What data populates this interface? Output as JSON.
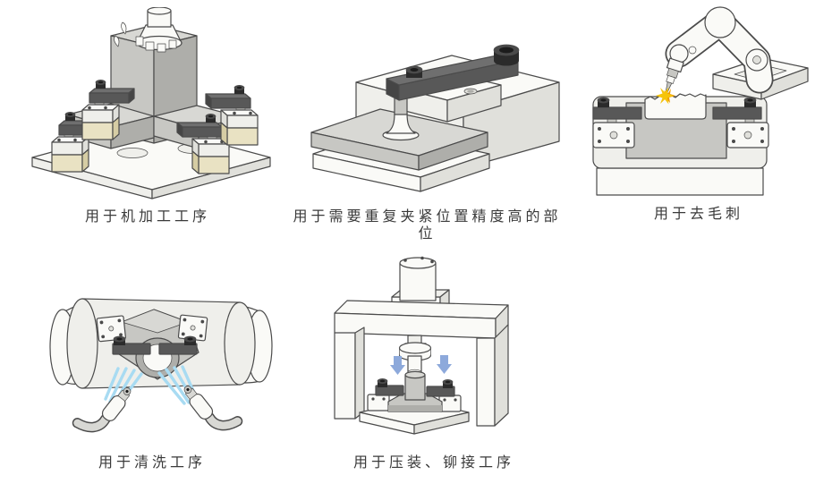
{
  "figures": [
    {
      "caption": "用于机加工工序",
      "illustration": "machining-fixture-illustration"
    },
    {
      "caption": "用于需要重复夹紧位置精度高的部位",
      "illustration": "repeat-clamping-precision-illustration"
    },
    {
      "caption": "用于去毛刺",
      "illustration": "robot-deburring-illustration"
    },
    {
      "caption": "用于清洗工序",
      "illustration": "spray-cleaning-illustration"
    },
    {
      "caption": "用于压装、铆接工序",
      "illustration": "press-riveting-illustration"
    }
  ],
  "colors": {
    "outline": "#4b4b4b",
    "body_white": "#fafaf7",
    "body_light": "#efefeb",
    "body_side": "#e0e0db",
    "metal_light": "#d8d8d4",
    "metal_mid": "#c7c7c3",
    "metal_dark": "#aeaeaa",
    "clamp_arm": "#585858",
    "clamp_arm_top": "#6f6f6f",
    "clamp_arm_side": "#454545",
    "bolt_dark": "#2b2b2b",
    "bolt_mid": "#4a4a4a",
    "bolt_hole": "#1c1c1c",
    "clamp_tan": "#e9e2c3",
    "clamp_tan_side": "#d6cda4",
    "jet_blue": "#a8dbf2",
    "arrow_blue": "#8da9db",
    "spark_yellow": "#f6c40a",
    "spark_orange": "#f09a00",
    "caption_text": "#3a3a3a"
  }
}
